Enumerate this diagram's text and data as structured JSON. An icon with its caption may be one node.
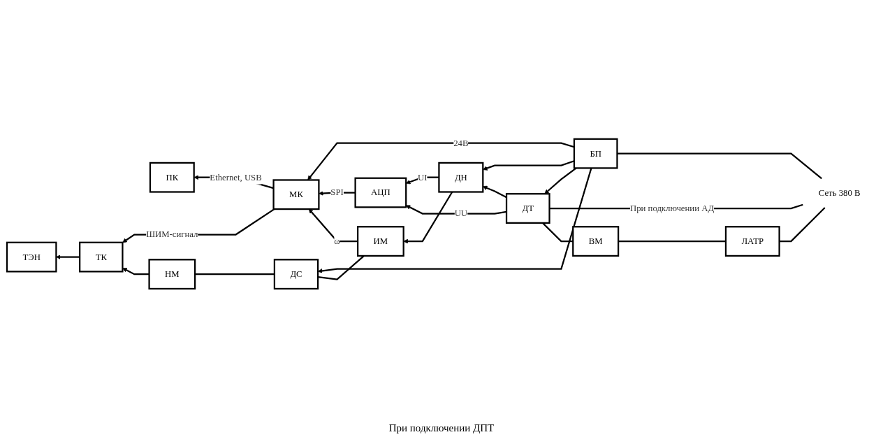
{
  "diagram": {
    "nodes": [
      {
        "text": [
          "ПК"
        ]
      },
      {
        "text": [
          "МК"
        ]
      },
      {
        "text": [
          "БП"
        ]
      },
      {
        "text": [
          "АЦП"
        ]
      },
      {
        "text": [
          "ТЭН"
        ]
      },
      {
        "text": [
          "ТК"
        ]
      },
      {
        "text": [
          "НМ"
        ]
      },
      {
        "text": [
          "ДС"
        ]
      },
      {
        "text": [
          "ИМ"
        ]
      },
      {
        "text": [
          "ДН"
        ]
      },
      {
        "text": [
          "ДТ"
        ]
      },
      {
        "text": [
          "ВМ"
        ]
      },
      {
        "text": [
          "ЛАТР"
        ]
      },
      {
        "text": [
          "Сеть 380 В"
        ]
      }
    ],
    "edges": [
      {
        "from": 1,
        "to": 0,
        "arrow": "to",
        "label": "Ethernet, USB"
      },
      {
        "from": 1,
        "to": 5,
        "arrow": "to",
        "label": "ШИМ-сигнал"
      },
      {
        "from": 2,
        "to": 1,
        "arrow": "to",
        "label": "24В"
      },
      {
        "from": 13,
        "to": 2,
        "arrow": "none"
      },
      {
        "from": 3,
        "to": 1,
        "arrow": "to",
        "label": "SPI"
      },
      {
        "from": 8,
        "to": 1,
        "arrow": "to",
        "label": "ω"
      },
      {
        "from": 9,
        "to": 3,
        "arrow": "to",
        "label": "UI"
      },
      {
        "from": 10,
        "to": 3,
        "arrow": "to",
        "label": "UU"
      },
      {
        "from": 2,
        "to": 7,
        "arrow": "to"
      },
      {
        "from": 2,
        "to": 9,
        "arrow": "to"
      },
      {
        "from": 2,
        "to": 10,
        "arrow": "to"
      },
      {
        "from": 13,
        "to": 10,
        "arrow": "none",
        "label": "При подключении АД"
      },
      {
        "from": 13,
        "to": 12,
        "arrow": "none"
      },
      {
        "from": 12,
        "to": 11,
        "arrow": "none"
      },
      {
        "from": 11,
        "to": 10,
        "arrow": "none"
      },
      {
        "from": 10,
        "to": 9,
        "arrow": "to"
      },
      {
        "from": 9,
        "to": 8,
        "arrow": "to"
      },
      {
        "from": 8,
        "to": 7,
        "arrow": "none"
      },
      {
        "from": 7,
        "to": 6,
        "arrow": "none"
      },
      {
        "from": 6,
        "to": 5,
        "arrow": "to"
      },
      {
        "from": 5,
        "to": 4,
        "arrow": "to"
      }
    ],
    "labels": [
      "При подключении ДПТ"
    ]
  }
}
